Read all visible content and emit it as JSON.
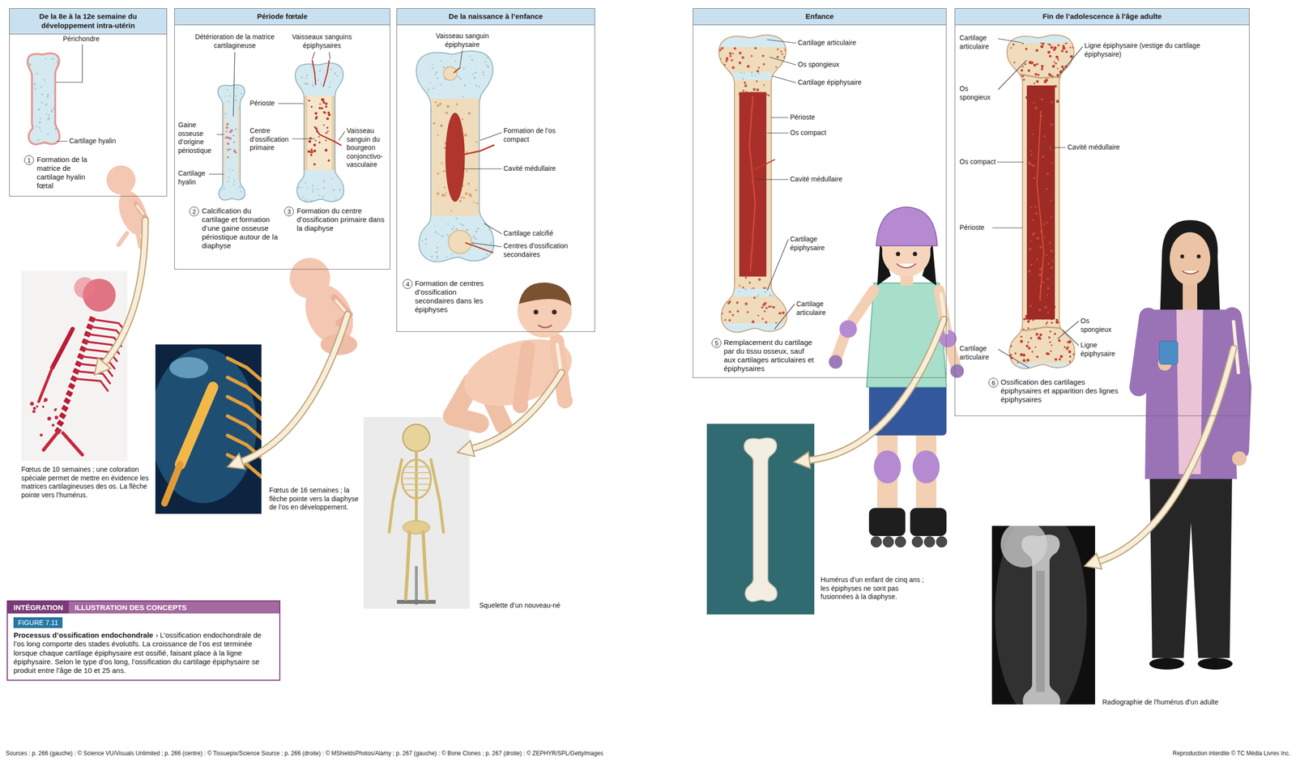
{
  "diagram": {
    "nodes": [
      {
        "text": [
          "De la 8e à la 12e semaine du développement intra-utérin",
          "Formation de la matrice de cartilage hyalin fœtal"
        ]
      },
      {
        "text": [
          "Période fœtale",
          "Calcification du cartilage et formation d’une gaine osseuse périostique autour de la diaphyse",
          "Formation du centre d’ossification primaire dans la diaphyse"
        ]
      },
      {
        "text": [
          "De la naissance à l’enfance",
          "Formation de centres d’ossification secondaires dans les épiphyses"
        ]
      },
      {
        "text": [
          "Enfance",
          "Remplacement du cartilage par du tissu osseux, sauf aux cartilages articulaires et épiphysaires"
        ]
      },
      {
        "text": [
          "Fin de l’adolescence à l’âge adulte",
          "Ossification des cartilages épiphysaires et apparition des lignes épiphysaires"
        ]
      },
      {
        "text": [
          "INTÉGRATION",
          "ILLUSTRATION DES CONCEPTS",
          "FIGURE 7.11",
          "Processus d’ossification endochondrale",
          "› L’ossification endochondrale de l’os long comporte des stades évolutifs. La croissance de l’os est terminée lorsque chaque cartilage épiphysaire est ossifié, faisant place à la ligne épiphysaire. Selon le type d’os long, l’ossification du cartilage épiphysaire se produit entre l’âge de 10 et 25 ans."
        ]
      }
    ],
    "labels": [
      "Périchondre",
      "Cartilage hyalin",
      "1",
      "Détérioration de la matrice cartilagineuse",
      "Vaisseaux sanguins épiphysaires",
      "Périoste",
      "Gaine osseuse d’origine périostique",
      "Cartilage hyalin",
      "Centre d’ossification primaire",
      "Vaisseau sanguin du bourgeon conjonctivo-vasculaire",
      "2",
      "3",
      "Vaisseau sanguin épiphysaire",
      "Formation de l’os compact",
      "Cavité médullaire",
      "Cartilage calcifié",
      "Centres d’ossification secondaires",
      "4",
      "Cartilage articulaire",
      "Os spongieux",
      "Cartilage épiphysaire",
      "Périoste",
      "Os compact",
      "Cavité médullaire",
      "Cartilage épiphysaire",
      "Cartilage articulaire",
      "5",
      "Cartilage articulaire",
      "Ligne épiphysaire (vestige du cartilage épiphysaire)",
      "Os spongieux",
      "Cavité médullaire",
      "Os compact",
      "Périoste",
      "Os spongieux",
      "Ligne épiphysaire",
      "Cartilage articulaire",
      "6",
      "Fœtus de 10 semaines ; une coloration spéciale permet de mettre en évidence les matrices cartilagineuses des os. La flèche pointe vers l’humérus.",
      "Fœtus de 16 semaines ; la flèche pointe vers la diaphyse de l’os en développement.",
      "Squelette d’un nouveau-né",
      "Humérus d’un enfant de cinq ans ; les épiphyses ne sont pas fusionnées à la diaphyse.",
      "Radiographie de l’humérus d’un adulte",
      "Sources : p. 266 (gauche) : © Science VU/Visuals Unlimited ; p. 266 (centre) : © Tissuepix/Science Source ; p. 266 (droite) : © MShieldsPhotos/Alamy ; p. 267 (gauche) : © Bone Clones ; p. 267 (droite) : © ZEPHYR/SPL/GettyImages",
      "Reproduction interdite © TC Média Livres Inc."
    ]
  }
}
